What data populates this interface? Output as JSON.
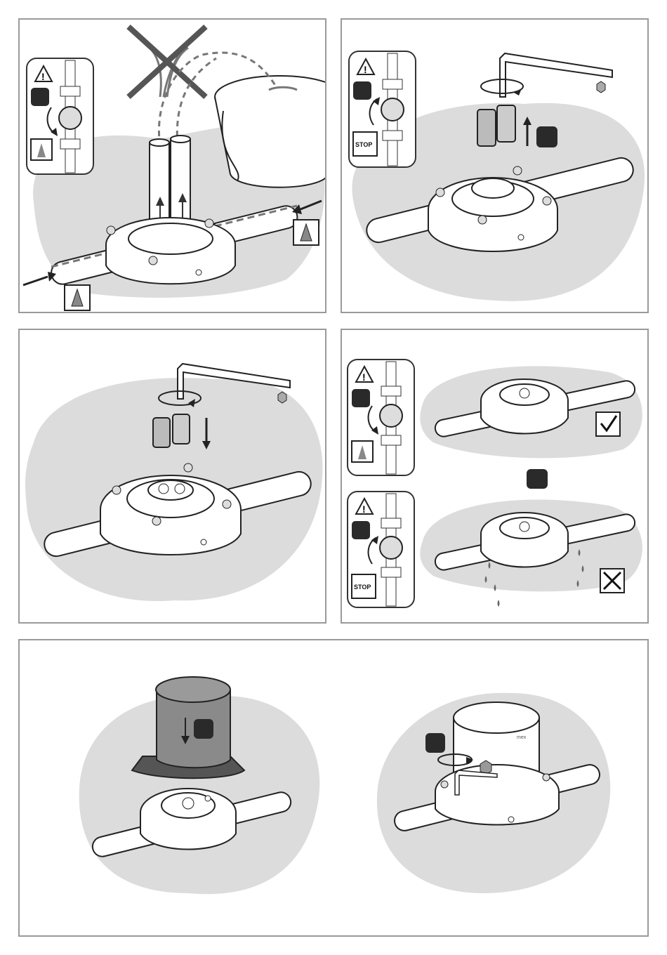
{
  "panels": [
    {
      "id": "panel-1",
      "stop_text": ""
    },
    {
      "id": "panel-2",
      "stop_text": "STOP"
    },
    {
      "id": "panel-3",
      "stop_text": ""
    },
    {
      "id": "panel-4",
      "stop_text": "STOP"
    },
    {
      "id": "panel-5",
      "stop_text": ""
    }
  ],
  "labels": {
    "stop": "STOP",
    "mex": "mex"
  },
  "colors": {
    "blob": "#dcdcdc",
    "outline": "#222222",
    "panel_border": "#9a9a9a",
    "step_badge": "#2a2a2a",
    "cap": "#8a8a8a"
  },
  "icons": [
    "warning-icon",
    "valve-icon",
    "flow-cone-icon",
    "stop-sign-icon",
    "check-icon",
    "cross-icon",
    "hex-key-icon",
    "bucket-icon"
  ]
}
